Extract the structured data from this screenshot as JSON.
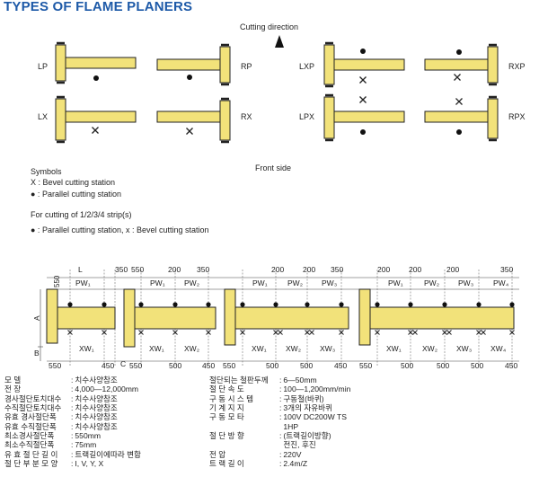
{
  "title": "TYPES OF FLAME PLANERS",
  "top": {
    "cutting_direction": "Cutting direction",
    "front_side": "Front side",
    "types": [
      "LP",
      "RP",
      "LX",
      "RX",
      "LXP",
      "RXP",
      "LPX",
      "RPX"
    ],
    "colors": {
      "rail": "#f2e27a",
      "outline": "#222222",
      "title": "#1e5aa8"
    }
  },
  "symbols": {
    "heading": "Symbols",
    "x": "X : Bevel cutting station",
    "dot": "● : Parallel cutting station",
    "strip_heading": "For cutting of 1/2/3/4 strip(s)",
    "strip_legend": "● : Parallel cutting station,     x : Bevel cutting station"
  },
  "bottom": {
    "top_labels": {
      "l": "L",
      "n550": "550",
      "n350": "350",
      "n200": "200",
      "pw1": "PW₁",
      "pw2": "PW₂",
      "pw3": "PW₃",
      "pw4": "PW₄"
    },
    "side_labels": {
      "a": "A",
      "b": "B",
      "c": "C"
    },
    "bottom_labels": {
      "n550": "550",
      "n450": "450",
      "n500": "500",
      "xw1": "XW₁",
      "xw2": "XW₂",
      "xw3": "XW₃",
      "xw4": "XW₄"
    }
  },
  "specs_left": [
    {
      "label": "모      델",
      "value": "치수사양참조"
    },
    {
      "label": "전      장",
      "value": "4,000—12,000mm"
    },
    {
      "label": "경사절단토치대수",
      "value": "치수사양참조"
    },
    {
      "label": "수직절단토치대수",
      "value": "치수사양참조"
    },
    {
      "label": "유효 경사절단폭",
      "value": "치수사양참조"
    },
    {
      "label": "유효 수직절단폭",
      "value": "치수사양참조"
    },
    {
      "label": "최소경사절단폭",
      "value": "550mm"
    },
    {
      "label": "최소수직절단폭",
      "value": "75mm"
    },
    {
      "label": "유 효  절 단  길 이",
      "value": "트랙길이에따라 변함"
    },
    {
      "label": "절 단 부 분 모 양",
      "value": "I, V, Y, X"
    }
  ],
  "specs_right": [
    {
      "label": "절단되는  철판두께",
      "value": "6—50mm"
    },
    {
      "label": "절     단     속     도",
      "value": "100—1,200mm/min"
    },
    {
      "label": "구  동  시  스  템",
      "value": "구동철(바퀴)"
    },
    {
      "label": "기     계     지     지",
      "value": "3개의 자유바퀴"
    },
    {
      "label": "구     동     모     타",
      "value": "100V DC200W TS"
    },
    {
      "label": "",
      "value": "1HP"
    },
    {
      "label": "절     단     방     향",
      "value": "(트랙길이방향)"
    },
    {
      "label": "",
      "value": "전진, 후진"
    },
    {
      "label": "전                          압",
      "value": "220V"
    },
    {
      "label": "트     랙     길     이",
      "value": "2.4m/Z"
    }
  ]
}
